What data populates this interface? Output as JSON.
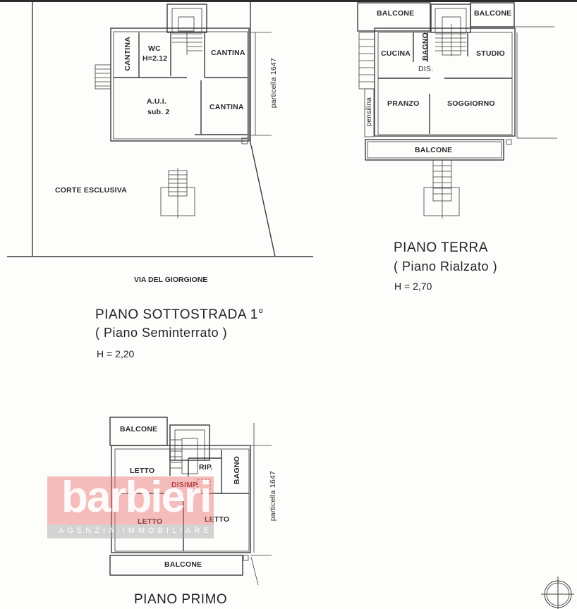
{
  "document": {
    "watermark": {
      "brand": "barbieri",
      "tagline": "AGENZIA IMMOBILIARE"
    },
    "floors": [
      {
        "id": "sottostrada",
        "title": "PIANO SOTTOSTRADA 1°",
        "subtitle": "( Piano Seminterrato )",
        "height": "H = 2,20",
        "rooms": [
          {
            "label": "CANTINA",
            "orientation": "vertical"
          },
          {
            "label": "WC",
            "note": "H=2.12"
          },
          {
            "label": "CANTINA"
          },
          {
            "label": "A.U.I.",
            "note": "sub. 2"
          },
          {
            "label": "CANTINA"
          }
        ],
        "outdoor": "CORTE ESCLUSIVA",
        "parcel": "particella 1647",
        "street": "VIA DEL GIORGIONE"
      },
      {
        "id": "terra",
        "title": "PIANO TERRA",
        "subtitle": "( Piano Rialzato )",
        "height": "H = 2,70",
        "rooms": [
          {
            "label": "BALCONE"
          },
          {
            "label": "BALCONE"
          },
          {
            "label": "CUCINA"
          },
          {
            "label": "BAGNO",
            "orientation": "vertical"
          },
          {
            "label": "DIS."
          },
          {
            "label": "STUDIO"
          },
          {
            "label": "PRANZO"
          },
          {
            "label": "SOGGIORNO"
          },
          {
            "label": "pensilina",
            "orientation": "vertical"
          },
          {
            "label": "BALCONE"
          }
        ]
      },
      {
        "id": "primo",
        "title": "PIANO PRIMO",
        "rooms": [
          {
            "label": "BALCONE"
          },
          {
            "label": "LETTO"
          },
          {
            "label": "RIP."
          },
          {
            "label": "BAGNO",
            "orientation": "vertical"
          },
          {
            "label": "DISIMP."
          },
          {
            "label": "LETTO"
          },
          {
            "label": "LETTO"
          },
          {
            "label": "BALCONE"
          }
        ],
        "parcel": "particella 1647"
      }
    ],
    "compass": "north-arrow"
  }
}
